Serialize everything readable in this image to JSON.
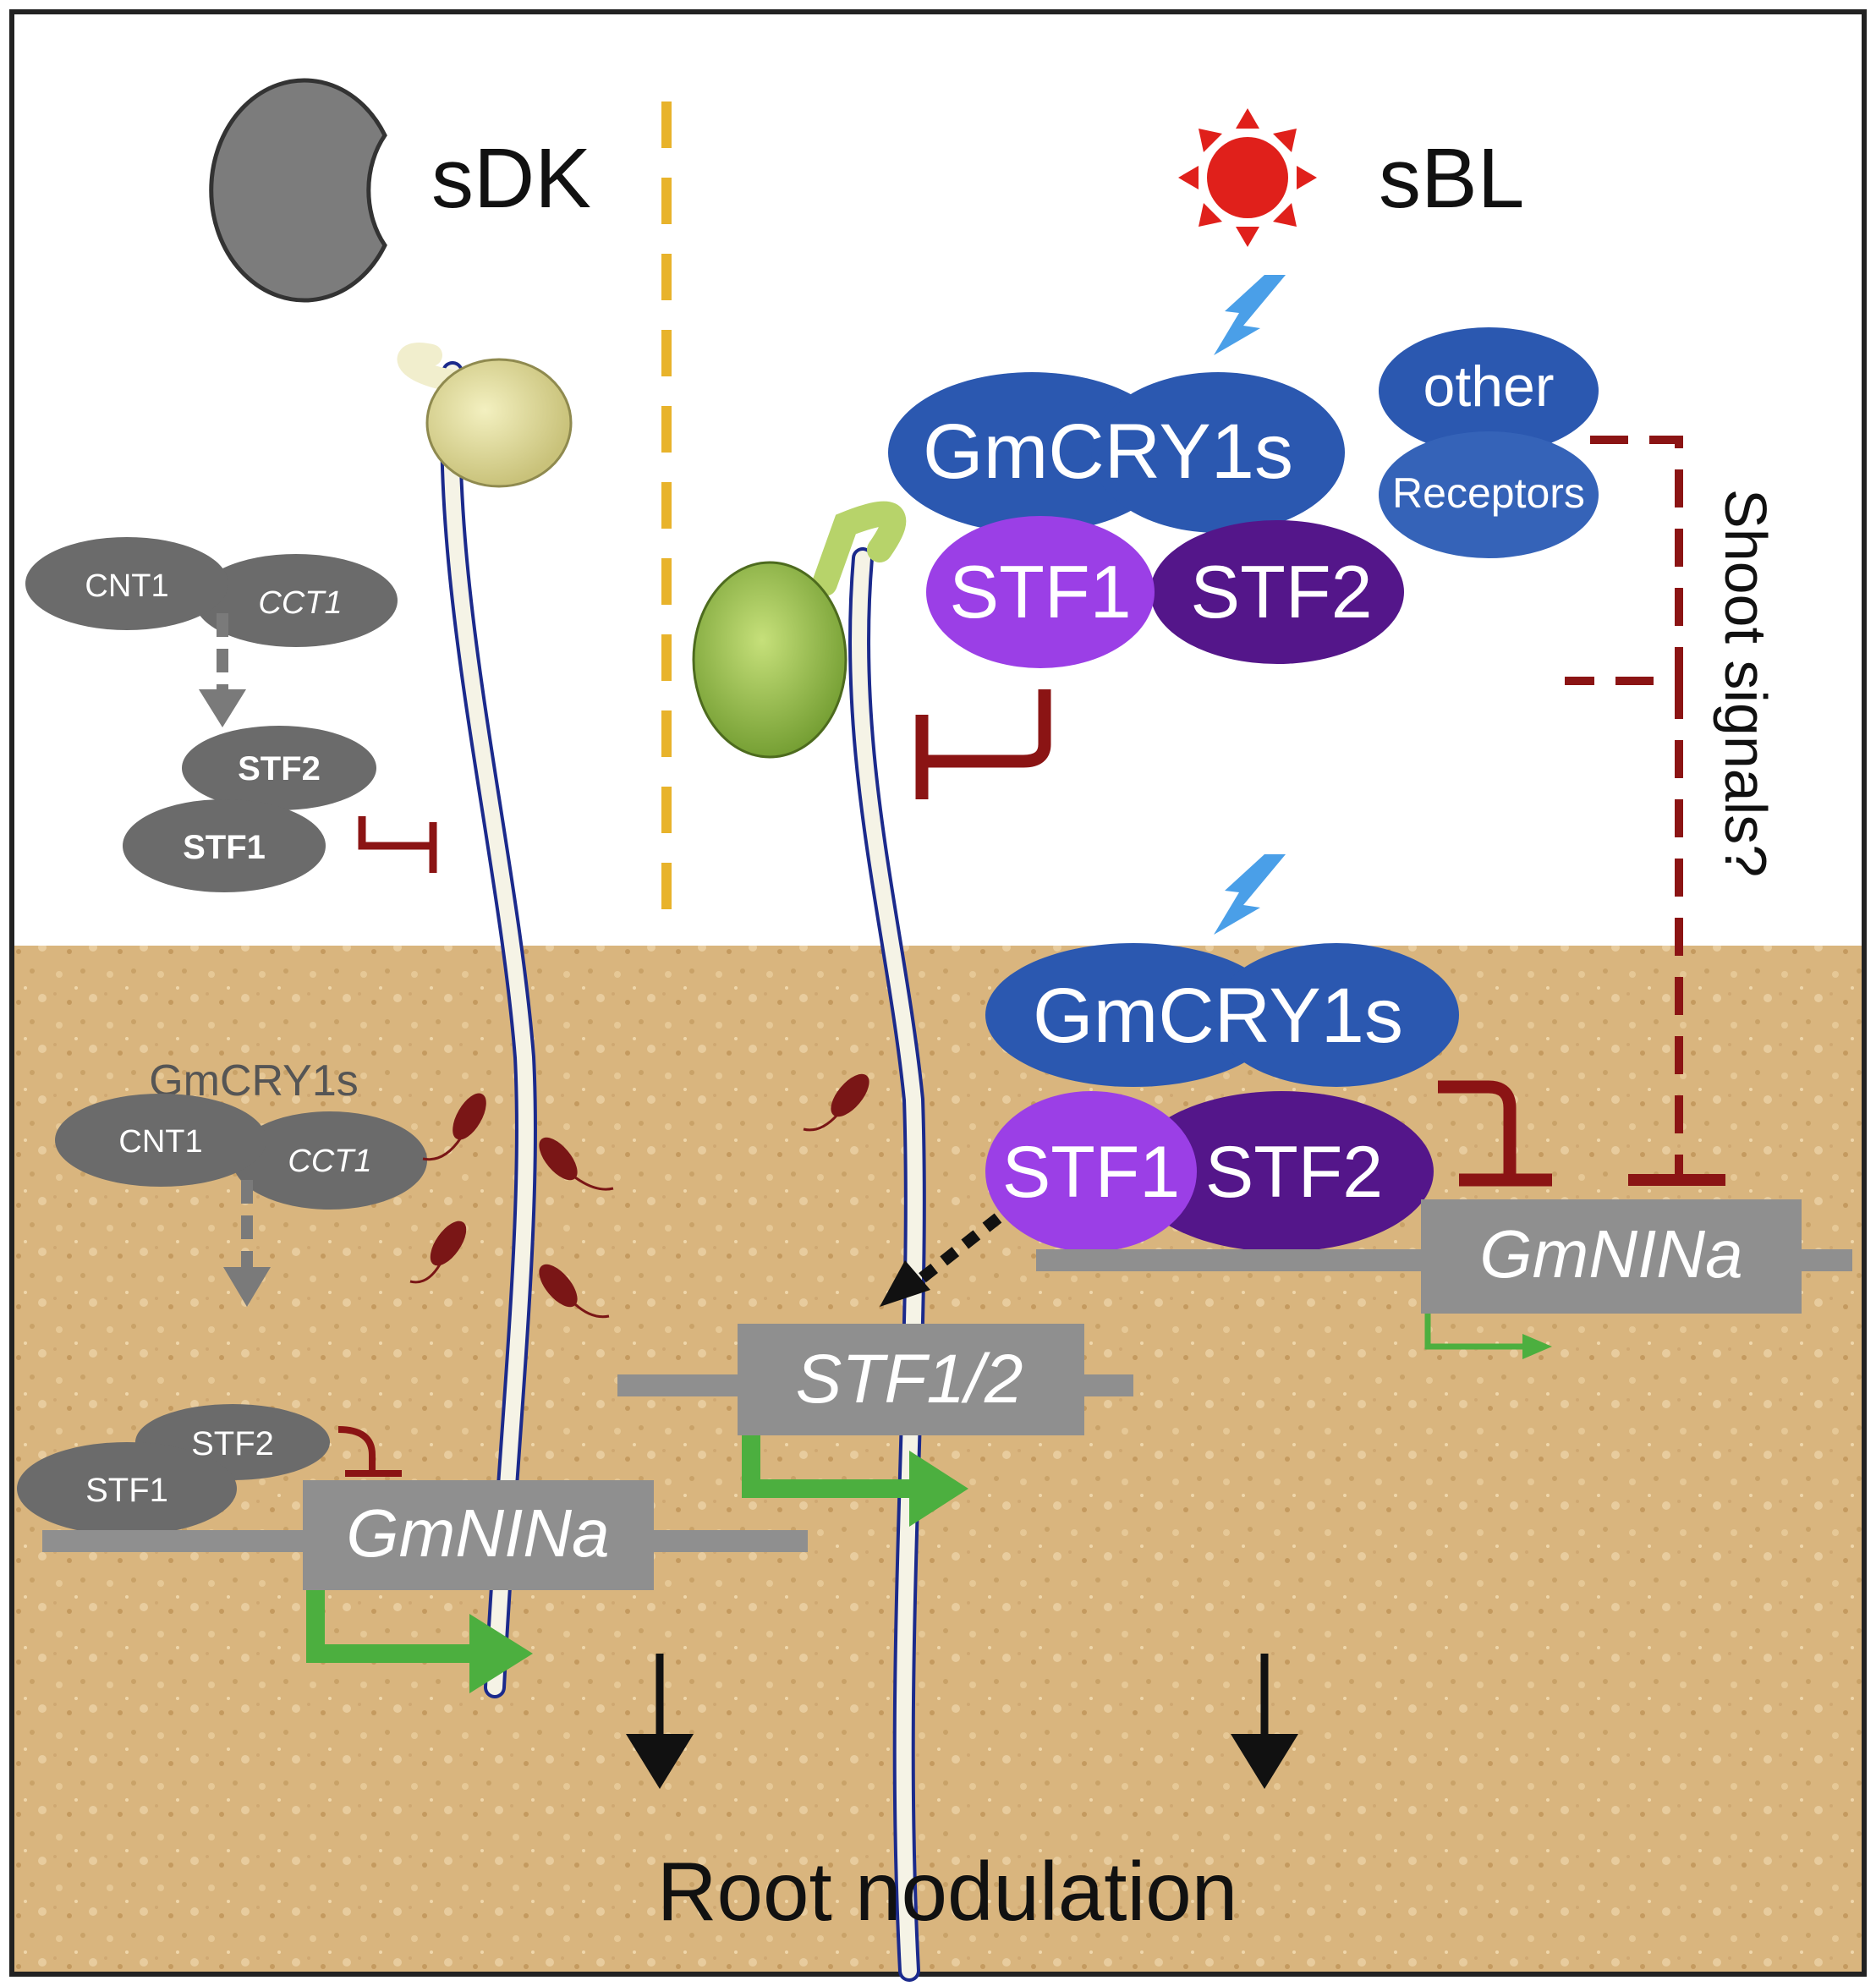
{
  "conditions": {
    "dark": "sDK",
    "light": "sBL"
  },
  "left_shoot": {
    "cnt1": "CNT1",
    "cct1": "CCT1",
    "stf2": "STF2",
    "stf1": "STF1"
  },
  "left_root": {
    "cry_label": "GmCRY1s",
    "cnt1": "CNT1",
    "cct1": "CCT1",
    "stf2": "STF2",
    "stf1": "STF1",
    "gene": "GmNINa"
  },
  "right_shoot": {
    "cry": "GmCRY1s",
    "other": "other",
    "receptors": "Receptors",
    "stf1": "STF1",
    "stf2": "STF2",
    "shoot_signals": "Shoot signals?"
  },
  "right_root": {
    "cry": "GmCRY1s",
    "stf1": "STF1",
    "stf2": "STF2",
    "gene_stf": "STF1/2",
    "gene_nin": "GmNINa"
  },
  "outcome": "Root nodulation",
  "colors": {
    "soil": "#d9b57e",
    "cry_blue": "#2b58b0",
    "stf1_purple": "#9b3fe6",
    "stf2_purple": "#54168a",
    "grey_protein": "#6b6b6b",
    "gene_box": "#8f8f8f",
    "repression_red": "#8b1414",
    "activation_green": "#4caf3f",
    "divider_orange": "#e8b32b",
    "sun_red": "#e0201b",
    "light_blue": "#4a9fe8"
  }
}
